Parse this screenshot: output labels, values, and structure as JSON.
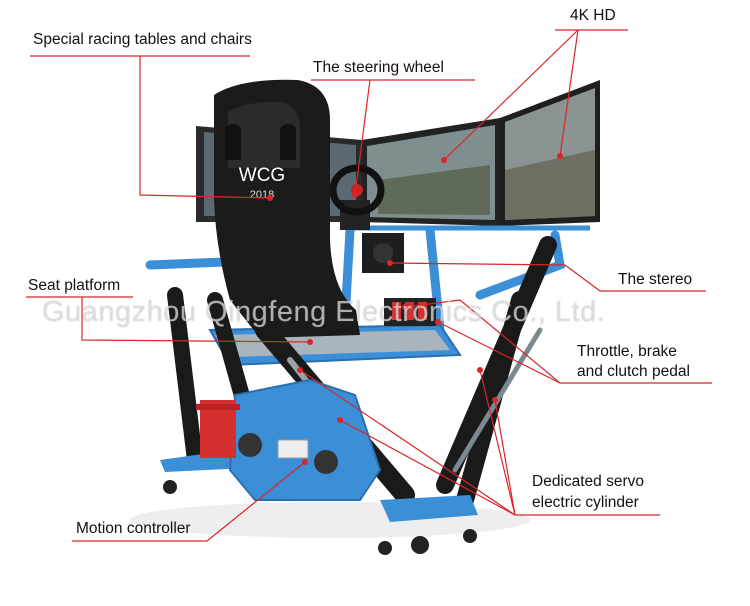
{
  "labels": {
    "racing_tables": "Special racing tables and chairs",
    "steering_wheel": "The steering wheel",
    "hd": "4K HD",
    "seat_platform": "Seat platform",
    "stereo": "The stereo",
    "pedals_line1": "Throttle, brake",
    "pedals_line2": "and clutch pedal",
    "servo_line1": "Dedicated servo",
    "servo_line2": "electric cylinder",
    "motion_controller": "Motion controller"
  },
  "seat_text": {
    "brand": "WCG",
    "year": "2018"
  },
  "watermark": "Guangzhou Qingfeng Electronics Co., Ltd.",
  "colors": {
    "leader": "#d9262a",
    "frame": "#3b8fd6",
    "frame_dark": "#2a6fb0",
    "seat": "#1b1b1b",
    "pedal": "#d62f2f"
  }
}
